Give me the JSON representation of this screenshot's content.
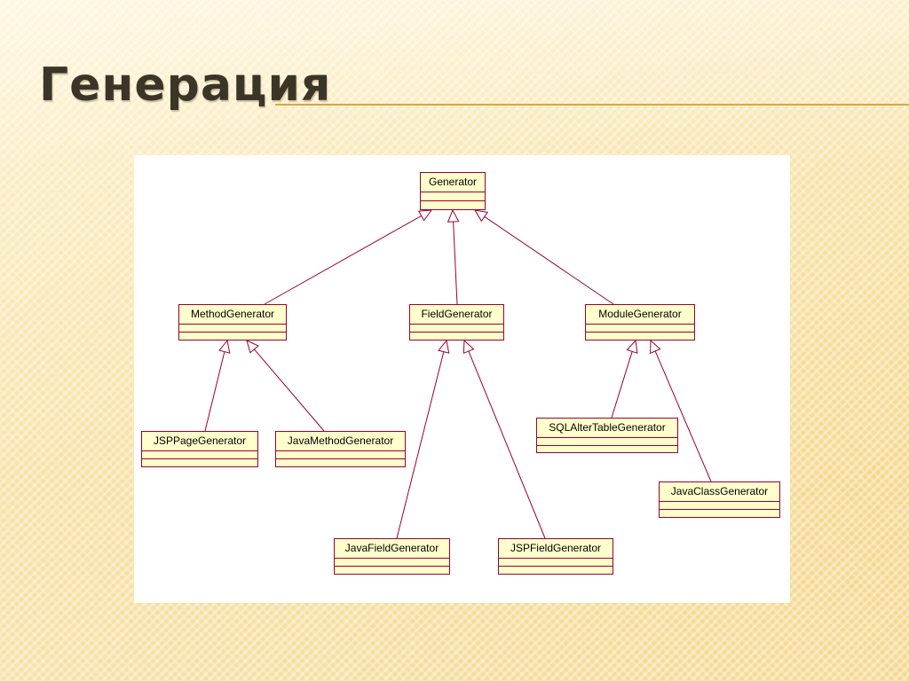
{
  "slide": {
    "title": "Генерация"
  },
  "diagram": {
    "classes": {
      "generator": "Generator",
      "method_generator": "MethodGenerator",
      "field_generator": "FieldGenerator",
      "module_generator": "ModuleGenerator",
      "jsp_page_generator": "JSPPageGenerator",
      "java_method_generator": "JavaMethodGenerator",
      "sql_alter_table_generator": "SQLAlterTableGenerator",
      "java_class_generator": "JavaClassGenerator",
      "java_field_generator": "JavaFieldGenerator",
      "jsp_field_generator": "JSPFieldGenerator"
    },
    "inheritance": [
      [
        "method_generator",
        "generator"
      ],
      [
        "field_generator",
        "generator"
      ],
      [
        "module_generator",
        "generator"
      ],
      [
        "jsp_page_generator",
        "method_generator"
      ],
      [
        "java_method_generator",
        "method_generator"
      ],
      [
        "java_field_generator",
        "field_generator"
      ],
      [
        "jsp_field_generator",
        "field_generator"
      ],
      [
        "sql_alter_table_generator",
        "module_generator"
      ],
      [
        "java_class_generator",
        "module_generator"
      ]
    ],
    "colors": {
      "box_fill": "#ffffcc",
      "box_border": "#990033",
      "arrow": "#990033"
    }
  }
}
